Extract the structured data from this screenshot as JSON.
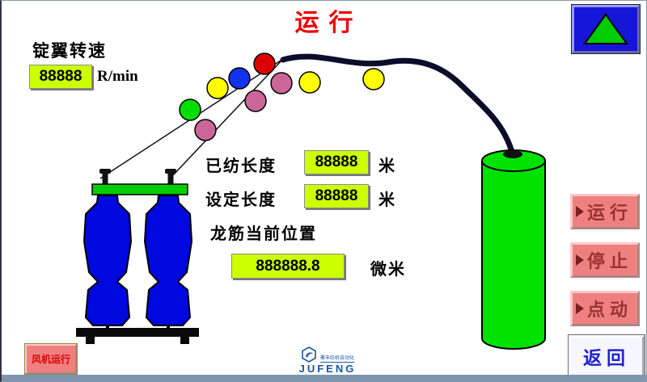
{
  "title": "运行",
  "spindle_speed": {
    "label": "锭翼转速",
    "value": "88888",
    "unit": "R/min"
  },
  "readouts": {
    "spun_length": {
      "label": "已纺长度",
      "value": "88888",
      "unit": "米"
    },
    "set_length": {
      "label": "设定长度",
      "value": "88888",
      "unit": "米"
    },
    "rib_position": {
      "label": "龙筋当前位置",
      "value": "888888.8",
      "unit": "微米"
    }
  },
  "buttons": {
    "run": "运行",
    "stop": "停止",
    "jog": "点动",
    "back": "返回",
    "fan": "风机运行"
  },
  "logo": {
    "brand": "JUFENG",
    "subtext": "聚丰纺机自动化"
  },
  "colors": {
    "title": "#ee0000",
    "value_bg": "#ccff00",
    "button_bg": "#f08080",
    "button_text": "#993333",
    "back_text": "#2222cc",
    "cylinder": "#00e100",
    "bottle": "#0008e0"
  }
}
